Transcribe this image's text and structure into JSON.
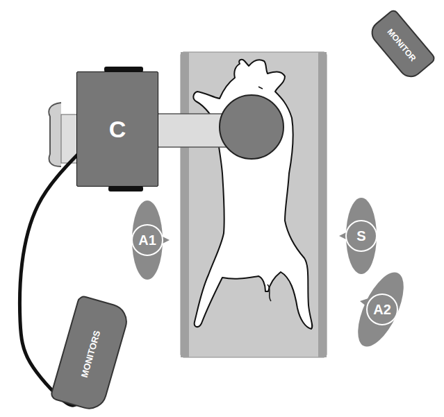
{
  "diagram": {
    "nodes": [
      {
        "text": [
          "MONITOR"
        ]
      },
      {
        "text": [
          "C"
        ]
      },
      {
        "text": [
          "A1"
        ]
      },
      {
        "text": [
          "S"
        ]
      },
      {
        "text": [
          "A2"
        ]
      },
      {
        "text": [
          "MONITORS"
        ]
      }
    ],
    "edges": [
      {
        "from": 1,
        "to": 5,
        "arrow": "none"
      }
    ]
  }
}
